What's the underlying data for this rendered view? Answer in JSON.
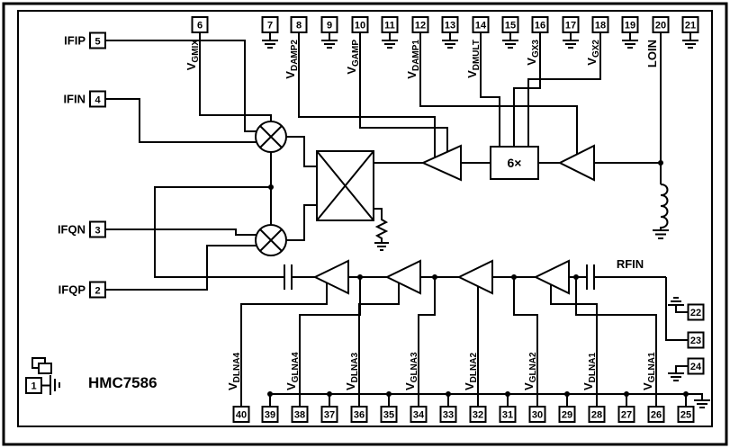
{
  "part_number": "HMC7586",
  "blocks": {
    "multiplier": "6×",
    "rfin": "RFIN"
  },
  "pins": {
    "left": [
      {
        "num": "5",
        "label": "IFIP"
      },
      {
        "num": "4",
        "label": "IFIN"
      },
      {
        "num": "3",
        "label": "IFQN"
      },
      {
        "num": "2",
        "label": "IFQP"
      },
      {
        "num": "1",
        "label": ""
      }
    ],
    "top": [
      {
        "num": "6",
        "v": "V",
        "sub": "GMIX"
      },
      {
        "num": "7"
      },
      {
        "num": "8",
        "v": "V",
        "sub": "DAMP2"
      },
      {
        "num": "9"
      },
      {
        "num": "10",
        "v": "V",
        "sub": "GAMP"
      },
      {
        "num": "11"
      },
      {
        "num": "12",
        "v": "V",
        "sub": "DAMP1"
      },
      {
        "num": "13"
      },
      {
        "num": "14",
        "v": "V",
        "sub": "DMULT"
      },
      {
        "num": "15"
      },
      {
        "num": "16",
        "v": "V",
        "sub": "GX3"
      },
      {
        "num": "17"
      },
      {
        "num": "18",
        "v": "V",
        "sub": "GX2"
      },
      {
        "num": "19"
      },
      {
        "num": "20",
        "label": "LOIN"
      },
      {
        "num": "21"
      }
    ],
    "right": [
      {
        "num": "22"
      },
      {
        "num": "23"
      },
      {
        "num": "24"
      }
    ],
    "bottom": [
      {
        "num": "40",
        "v": "V",
        "sub": "DLNA4"
      },
      {
        "num": "39"
      },
      {
        "num": "38",
        "v": "V",
        "sub": "GLNA4"
      },
      {
        "num": "37"
      },
      {
        "num": "36",
        "v": "V",
        "sub": "DLNA3"
      },
      {
        "num": "35"
      },
      {
        "num": "34",
        "v": "V",
        "sub": "GLNA3"
      },
      {
        "num": "33"
      },
      {
        "num": "32",
        "v": "V",
        "sub": "DLNA2"
      },
      {
        "num": "31"
      },
      {
        "num": "30",
        "v": "V",
        "sub": "GLNA2"
      },
      {
        "num": "29"
      },
      {
        "num": "28",
        "v": "V",
        "sub": "DLNA1"
      },
      {
        "num": "27"
      },
      {
        "num": "26",
        "v": "V",
        "sub": "GLNA1"
      },
      {
        "num": "25"
      }
    ]
  }
}
